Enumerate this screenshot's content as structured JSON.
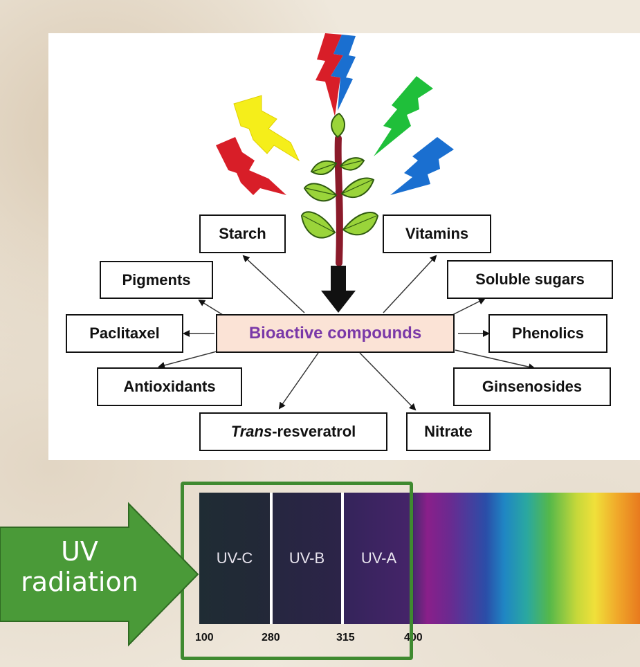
{
  "diagram": {
    "center_label": "Bioactive compounds",
    "compounds": {
      "starch": "Starch",
      "vitamins": "Vitamins",
      "pigments": "Pigments",
      "soluble_sugars": "Soluble sugars",
      "paclitaxel": "Paclitaxel",
      "phenolics": "Phenolics",
      "antioxidants": "Antioxidants",
      "ginsenosides": "Ginsenosides",
      "trans_prefix": "Trans",
      "trans_suffix": "-resveratrol",
      "nitrate": "Nitrate"
    },
    "colors": {
      "center_fill": "#fbe3d6",
      "center_text": "#7a38a8",
      "stem": "#8b1a2a",
      "leaf": "#9ad43a",
      "bolt_red": "#d81e28",
      "bolt_yellow": "#f5ee1a",
      "bolt_green": "#1fbf3a",
      "bolt_blue": "#1a6fd0"
    }
  },
  "spectrum": {
    "bands": [
      "UV-C",
      "UV-B",
      "UV-A"
    ],
    "ticks": [
      "100",
      "280",
      "315",
      "400"
    ],
    "arrow_label_line1": "UV",
    "arrow_label_line2": "radiation",
    "colors": {
      "arrow": "#4a9a38",
      "frame": "#3f8a30",
      "uvc": "#1f2a36",
      "uvb": "#2a2444",
      "uva": "#3e2460"
    }
  }
}
